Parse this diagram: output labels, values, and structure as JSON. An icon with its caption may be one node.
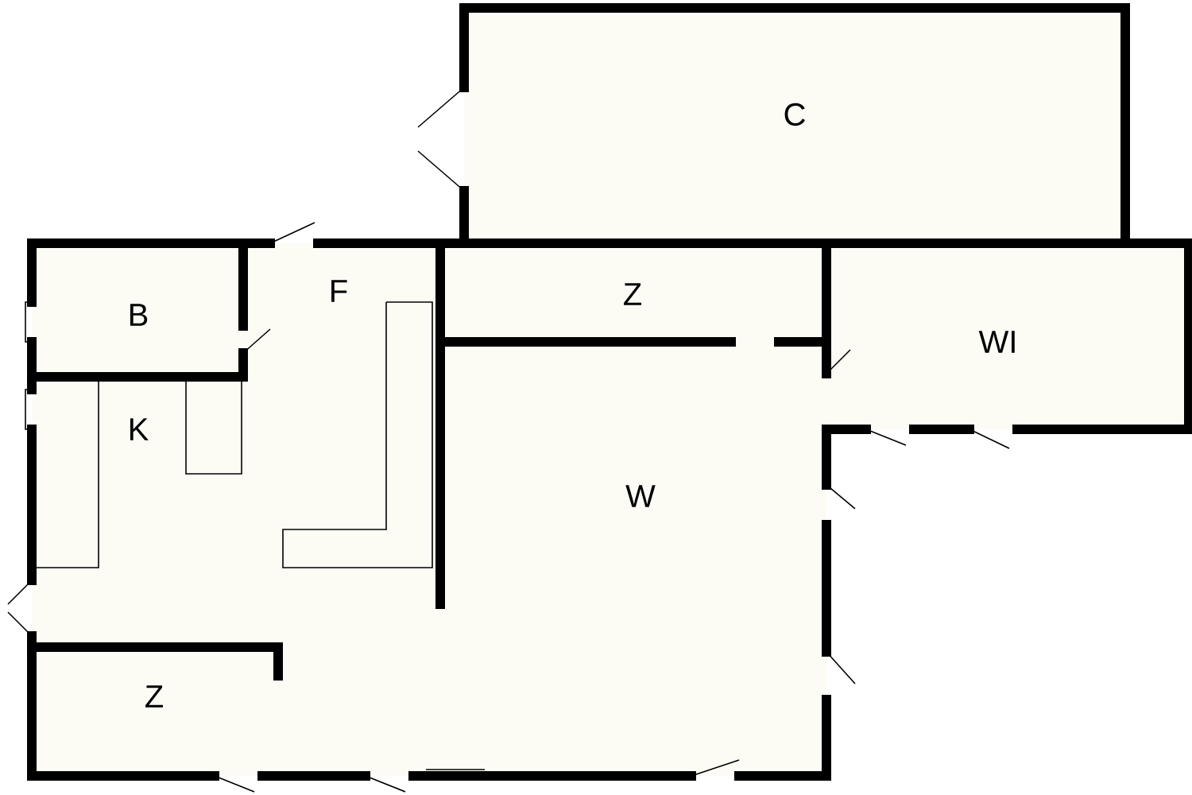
{
  "diagram": {
    "labels": [
      "C",
      "B",
      "F",
      "Z",
      "WI",
      "K",
      "W",
      "Z"
    ]
  }
}
